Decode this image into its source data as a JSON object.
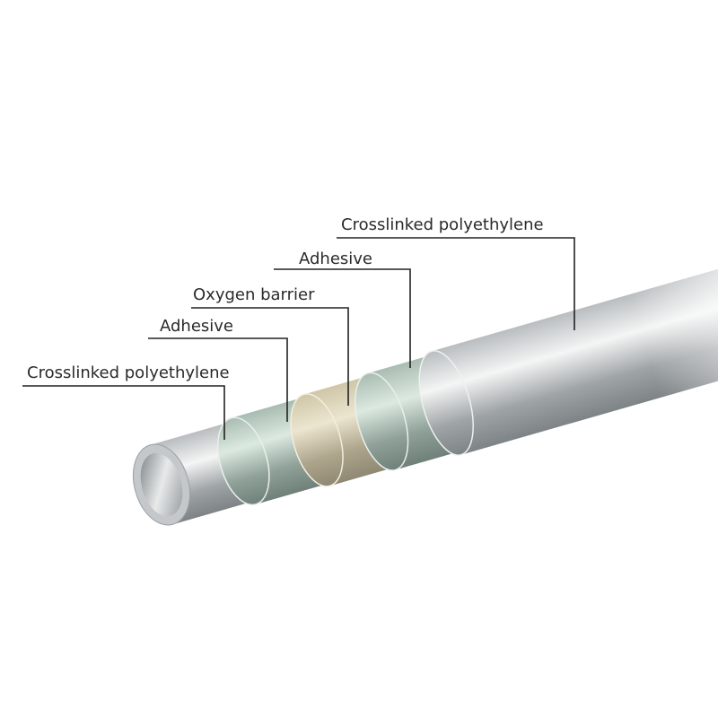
{
  "diagram": {
    "labels": [
      {
        "text": "Crosslinked polyethylene",
        "layer": "inner"
      },
      {
        "text": "Adhesive",
        "layer": "inner-adhesive"
      },
      {
        "text": "Oxygen barrier",
        "layer": "barrier"
      },
      {
        "text": "Adhesive",
        "layer": "outer-adhesive"
      },
      {
        "text": "Crosslinked polyethylene",
        "layer": "outer"
      }
    ],
    "colors": {
      "pex": "#c9ccce",
      "adhesive": "#c5d6cc",
      "barrier": "#ddd6bd",
      "leader": "#222222"
    }
  }
}
